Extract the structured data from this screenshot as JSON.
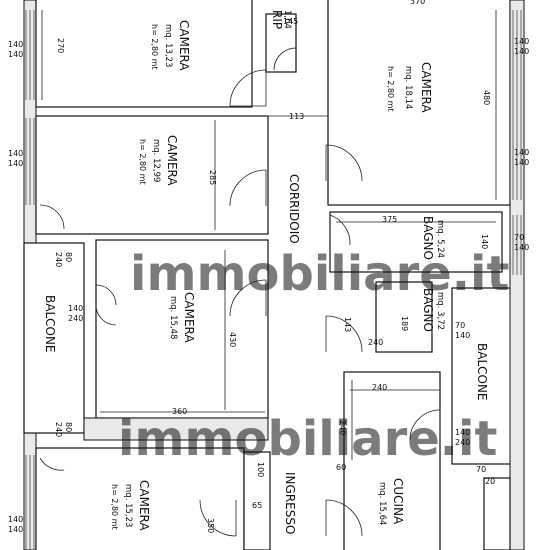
{
  "rooms": [
    {
      "id": "camera-1",
      "name": "CAMERA",
      "area": "mq. 13,23",
      "height": "h= 2,80 mt"
    },
    {
      "id": "camera-2",
      "name": "CAMERA",
      "area": "mq. 12,99",
      "height": "h= 2,80 mt"
    },
    {
      "id": "camera-3",
      "name": "CAMERA",
      "area": "mq. 15,48",
      "height": ""
    },
    {
      "id": "camera-4",
      "name": "CAMERA",
      "area": "mq. 15,23",
      "height": "h= 2,80 mt"
    },
    {
      "id": "camera-5",
      "name": "CAMERA",
      "area": "mq. 18,14",
      "height": "h= 2,80 mt"
    },
    {
      "id": "bagno-1",
      "name": "BAGNO",
      "area": "mq. 5,24",
      "height": ""
    },
    {
      "id": "bagno-2",
      "name": "BAGNO",
      "area": "mq. 3,72",
      "height": ""
    },
    {
      "id": "cucina",
      "name": "CUCINA",
      "area": "mq. 15,64",
      "height": ""
    },
    {
      "id": "rip",
      "name": "RIP",
      "area": "1,64",
      "height": ""
    },
    {
      "id": "corridoio",
      "name": "CORRIDOIO",
      "area": "",
      "height": ""
    },
    {
      "id": "ingresso",
      "name": "INGRESSO",
      "area": "",
      "height": ""
    },
    {
      "id": "balcone-1",
      "name": "BALCONE",
      "area": "",
      "height": ""
    },
    {
      "id": "balcone-2",
      "name": "BALCONE",
      "area": "",
      "height": ""
    }
  ],
  "dimensions": {
    "d270": "270",
    "d145": "145",
    "d370": "370",
    "d480": "480",
    "d113": "113",
    "d285": "285",
    "d375": "375",
    "d140": "140",
    "d70": "70",
    "d80": "80",
    "d240": "240",
    "d430": "430",
    "d360": "360",
    "d143": "143",
    "d189": "189",
    "d60": "60",
    "d100": "100",
    "d65": "65",
    "d350": "350",
    "d20": "20"
  },
  "watermark": "immobiliare.it"
}
